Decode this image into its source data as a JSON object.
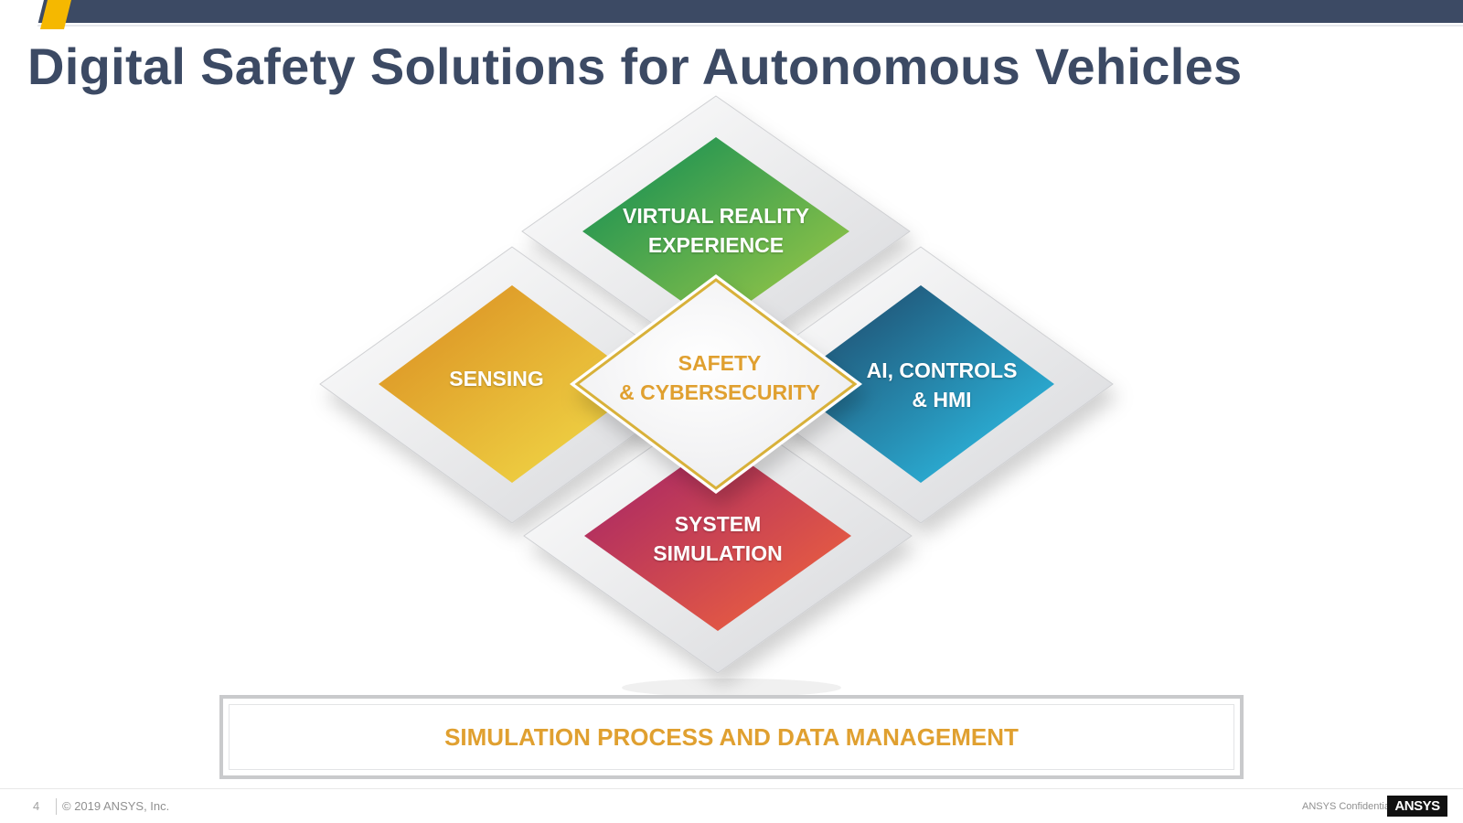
{
  "header": {
    "title": "Digital Safety Solutions for Autonomous Vehicles"
  },
  "diagram": {
    "center": {
      "label": "SAFETY\n& CYBERSECURITY",
      "color": "#e0a030"
    },
    "top": {
      "label": "VIRTUAL REALITY\nEXPERIENCE",
      "colors": [
        "#0a8a55",
        "#a6cd45"
      ]
    },
    "left": {
      "label": "SENSING",
      "colors": [
        "#d98a20",
        "#f3df4a"
      ]
    },
    "right": {
      "label": "AI, CONTROLS\n& HMI",
      "colors": [
        "#1d3f60",
        "#2ec8f0"
      ]
    },
    "bottom": {
      "label": "SYSTEM\nSIMULATION",
      "colors": [
        "#a0206a",
        "#f5683a"
      ]
    }
  },
  "foundation": {
    "label": "SIMULATION PROCESS AND DATA MANAGEMENT"
  },
  "footer": {
    "page_number": "4",
    "copyright": "© 2019 ANSYS, Inc.",
    "confidential": "ANSYS Confidential",
    "logo": "ANSYS"
  },
  "colors": {
    "header_bar": "#3c4a64",
    "accent": "#f5b800",
    "title": "#3c4a64",
    "gold_text": "#e0a030"
  }
}
